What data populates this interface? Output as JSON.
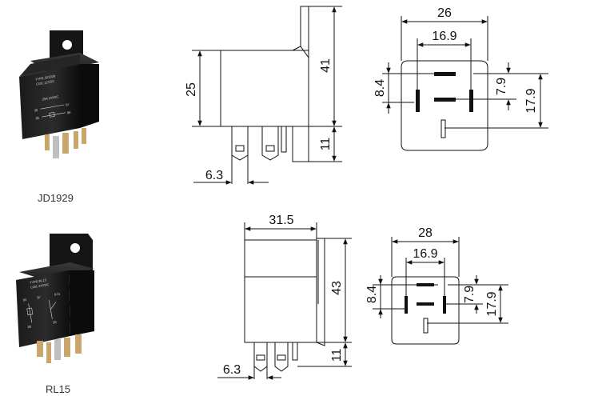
{
  "relays": [
    {
      "model": "JD1929",
      "case_text": [
        "TYPE:JD1929",
        "COIL:12VDC"
      ],
      "contact_text": [
        "20A 14VDC",
        "30",
        "87",
        "85",
        "86"
      ],
      "side_view": {
        "height_body": "25",
        "height_total": "41",
        "pin_length": "11",
        "pin_pitch": "6.3"
      },
      "top_view": {
        "width": "26",
        "pin_span": "16.9",
        "offset_a": "8.4",
        "offset_b": "7.9",
        "height": "17.9"
      }
    },
    {
      "model": "RL15",
      "case_text": [
        "TYPE:RL15",
        "COIL:24VDC"
      ],
      "contact_text": [
        "85",
        "87",
        "87a",
        "86",
        "30"
      ],
      "side_view": {
        "width": "31.5",
        "height_total": "43",
        "pin_length": "11",
        "pin_pitch": "6.3"
      },
      "top_view": {
        "width": "28",
        "pin_span": "16.9",
        "offset_a": "8.4",
        "offset_b": "7.9",
        "height": "17.9"
      }
    }
  ]
}
